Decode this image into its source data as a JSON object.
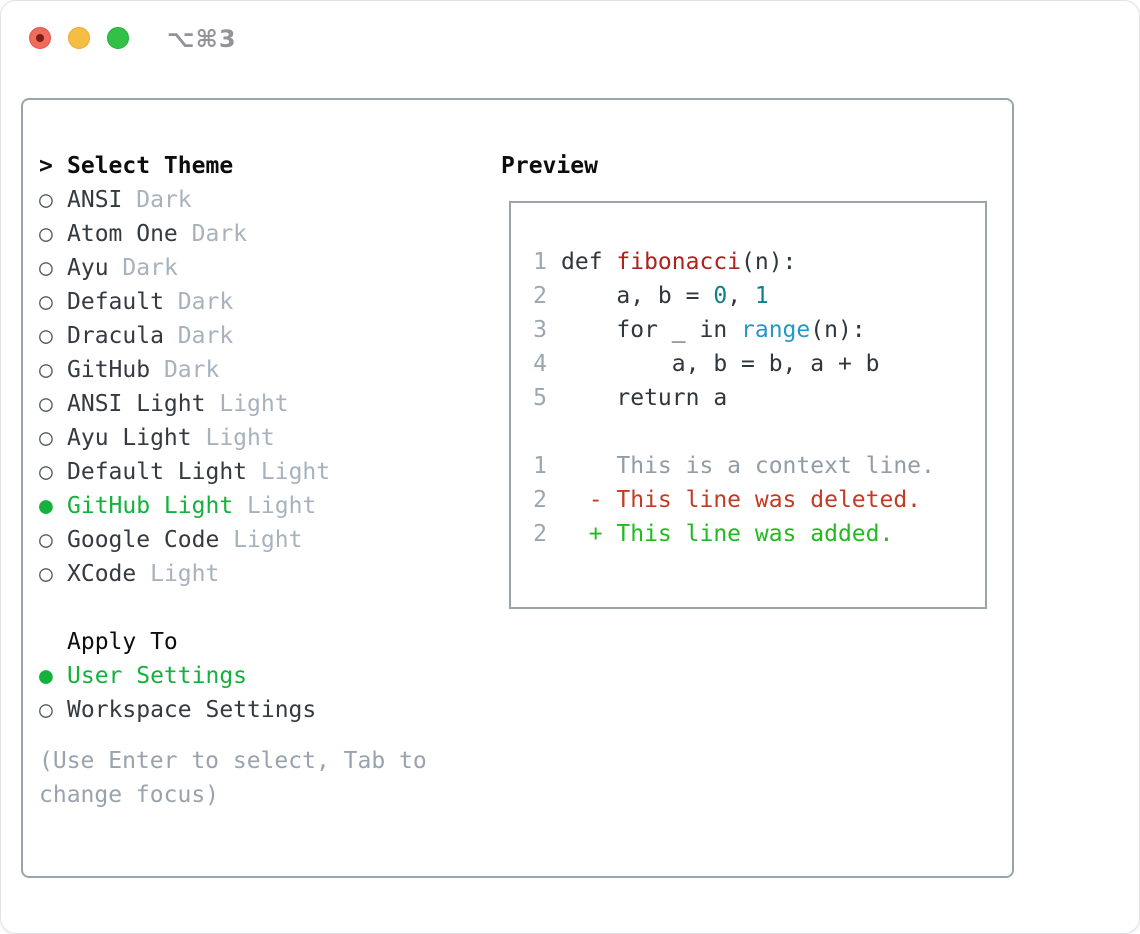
{
  "window": {
    "title": "⌥⌘3"
  },
  "titlebar": {
    "buttons": [
      {
        "name": "close-button",
        "color": "#ef6b5e"
      },
      {
        "name": "minimize-button",
        "color": "#f5bd42"
      },
      {
        "name": "zoom-button",
        "color": "#33c046"
      }
    ]
  },
  "icons": {
    "prompt": ">",
    "radio_unselected": "○",
    "radio_selected": "●"
  },
  "colors": {
    "accent_green": "#14b13c",
    "variant_gray": "#a7b2bd",
    "hint_gray": "#98a3ae",
    "border_gray": "#9ba4ad",
    "code_default": "#2f363c",
    "function_red": "#ae211e",
    "number_teal": "#0e7f8a",
    "builtin_blue": "#2796c6",
    "diff_context_gray": "#919ca6",
    "diff_deleted_red": "#c33b22",
    "diff_added_green": "#21bb21"
  },
  "theme_picker": {
    "header": "Select Theme",
    "items": [
      {
        "name": "ANSI",
        "variant": "Dark",
        "selected": false
      },
      {
        "name": "Atom One",
        "variant": "Dark",
        "selected": false
      },
      {
        "name": "Ayu",
        "variant": "Dark",
        "selected": false
      },
      {
        "name": "Default",
        "variant": "Dark",
        "selected": false
      },
      {
        "name": "Dracula",
        "variant": "Dark",
        "selected": false
      },
      {
        "name": "GitHub",
        "variant": "Dark",
        "selected": false
      },
      {
        "name": "ANSI Light",
        "variant": "Light",
        "selected": false
      },
      {
        "name": "Ayu Light",
        "variant": "Light",
        "selected": false
      },
      {
        "name": "Default Light",
        "variant": "Light",
        "selected": false
      },
      {
        "name": "GitHub Light",
        "variant": "Light",
        "selected": true
      },
      {
        "name": "Google Code",
        "variant": "Light",
        "selected": false
      },
      {
        "name": "XCode",
        "variant": "Light",
        "selected": false
      }
    ],
    "apply_to": {
      "header": "Apply To",
      "options": [
        {
          "label": "User Settings",
          "selected": true
        },
        {
          "label": "Workspace Settings",
          "selected": false
        }
      ]
    },
    "hint": "(Use Enter to select, Tab to change focus)"
  },
  "preview": {
    "header": "Preview",
    "lines": [
      {
        "num": "1",
        "tokens": [
          [
            "code",
            "def "
          ],
          [
            "func",
            "fibonacci"
          ],
          [
            "code",
            "(n):"
          ]
        ]
      },
      {
        "num": "2",
        "tokens": [
          [
            "code",
            "    a, b = "
          ],
          [
            "num",
            "0"
          ],
          [
            "code",
            ", "
          ],
          [
            "num",
            "1"
          ]
        ]
      },
      {
        "num": "3",
        "tokens": [
          [
            "code",
            "    for _ in "
          ],
          [
            "blt",
            "range"
          ],
          [
            "code",
            "(n):"
          ]
        ]
      },
      {
        "num": "4",
        "tokens": [
          [
            "code",
            "        a, b = b, a + b"
          ]
        ]
      },
      {
        "num": "5",
        "tokens": [
          [
            "code",
            "    return a"
          ]
        ]
      },
      {
        "num": "",
        "tokens": []
      },
      {
        "num": "1",
        "tokens": [
          [
            "ctx",
            "    This is a context line."
          ]
        ]
      },
      {
        "num": "2",
        "tokens": [
          [
            "del",
            "  - This line was deleted."
          ]
        ]
      },
      {
        "num": "2",
        "tokens": [
          [
            "add",
            "  + This line was added."
          ]
        ]
      }
    ]
  }
}
